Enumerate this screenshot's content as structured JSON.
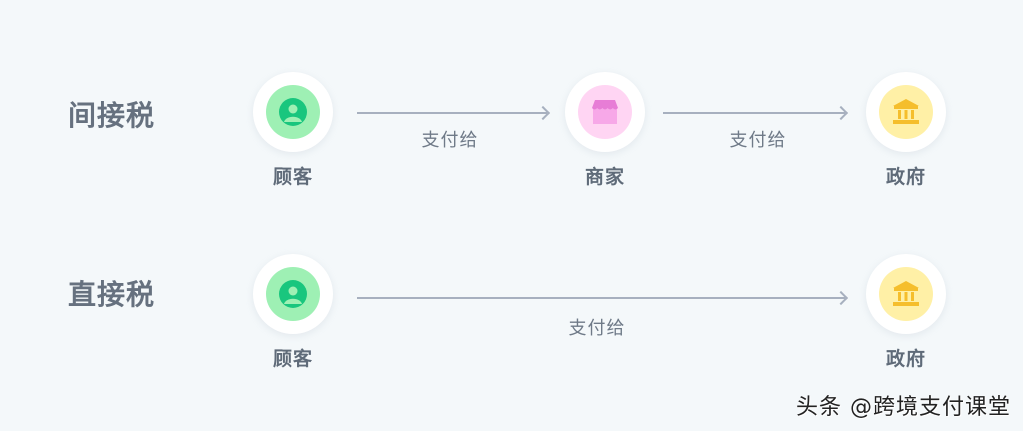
{
  "rows": [
    {
      "title": "间接税",
      "nodes": [
        {
          "label": "顾客",
          "icon": "customer-icon",
          "color": "#9ef0b4",
          "icon_color": "#19c67e"
        },
        {
          "label": "商家",
          "icon": "shop-icon",
          "color": "#ffd5f3",
          "icon_color": "#e77dd6"
        },
        {
          "label": "政府",
          "icon": "government-icon",
          "color": "#fff0a6",
          "icon_color": "#f5be2c"
        }
      ],
      "arrows": [
        {
          "label": "支付给"
        },
        {
          "label": "支付给"
        }
      ]
    },
    {
      "title": "直接税",
      "nodes": [
        {
          "label": "顾客",
          "icon": "customer-icon",
          "color": "#9ef0b4",
          "icon_color": "#19c67e"
        },
        {
          "label": "政府",
          "icon": "government-icon",
          "color": "#fff0a6",
          "icon_color": "#f5be2c"
        }
      ],
      "arrows": [
        {
          "label": "支付给"
        }
      ]
    }
  ],
  "watermark": "头条 @跨境支付课堂"
}
